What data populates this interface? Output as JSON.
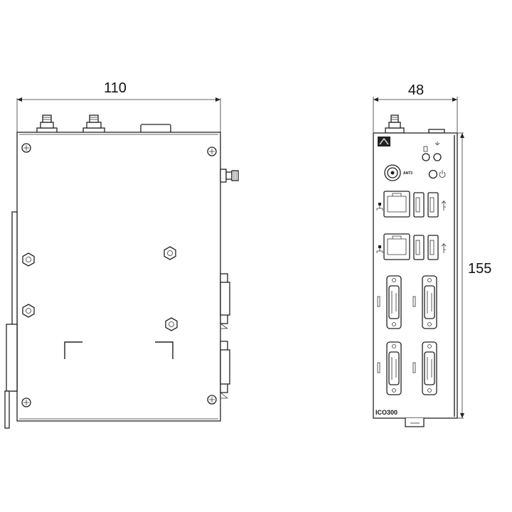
{
  "dimensions": {
    "side_width": "110",
    "front_width": "48",
    "height": "155"
  },
  "front_panel": {
    "antenna_label": "ANT3",
    "model_label": "ICO300"
  },
  "colors": {
    "line": "#222222",
    "background": "#ffffff"
  }
}
